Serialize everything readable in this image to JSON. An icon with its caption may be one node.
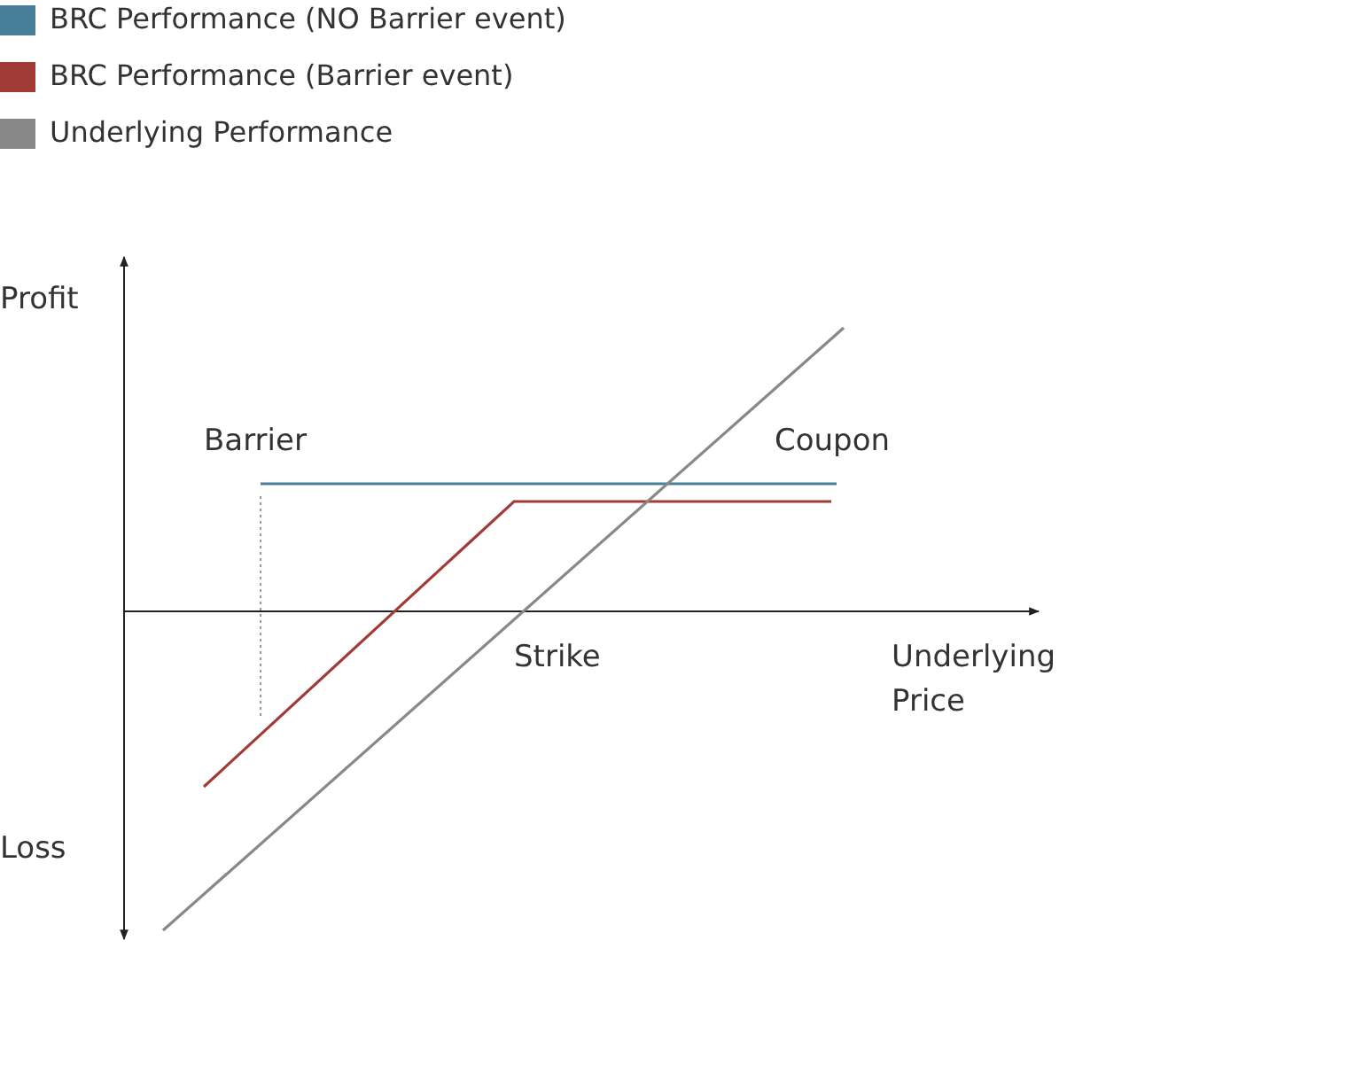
{
  "diagram": {
    "labels": [
      "Profit",
      "Barrier",
      "Coupon",
      "Strike",
      "Underlying Price",
      "Loss"
    ],
    "legend": [
      {
        "text": "BRC Performance (NO Barrier event)",
        "color": "#4a7f9a"
      },
      {
        "text": "BRC Performance (Barrier event)",
        "color": "#a03c35"
      },
      {
        "text": "Underlying Performance",
        "color": "#888888"
      }
    ]
  }
}
